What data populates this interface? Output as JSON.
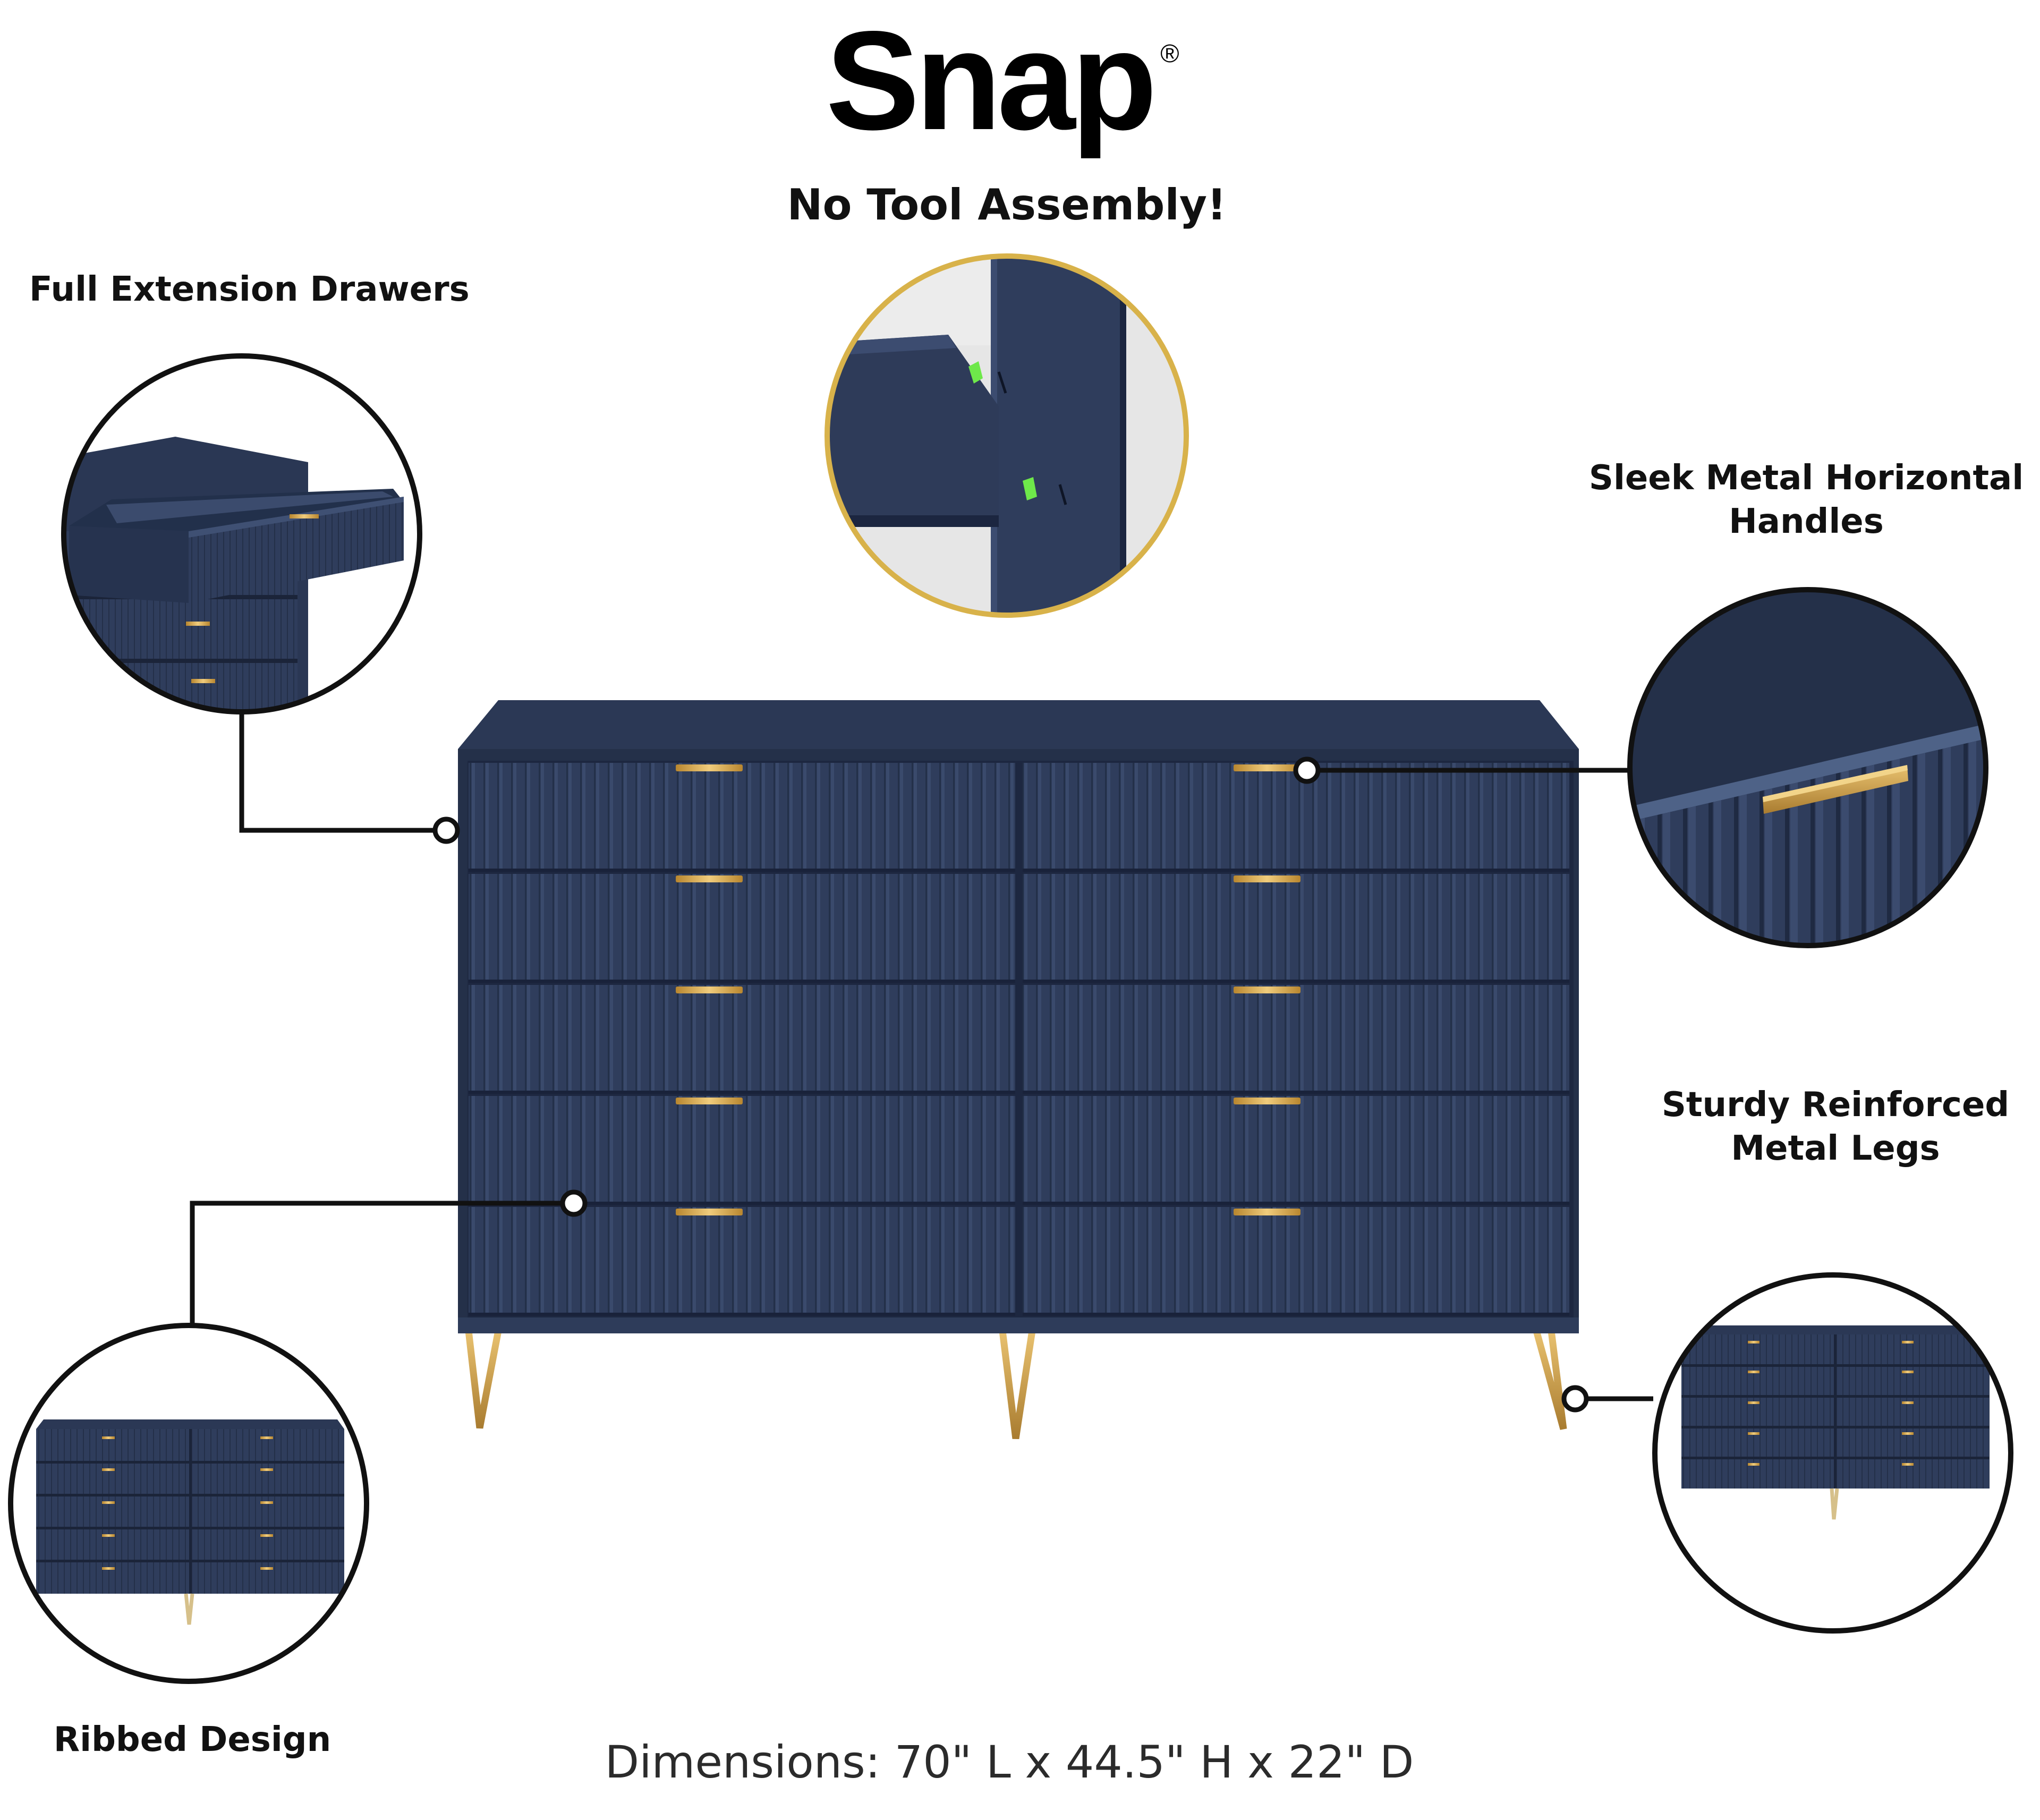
{
  "brand": {
    "name": "Snap",
    "registered_mark": "®",
    "tagline": "No Tool Assembly!"
  },
  "features": {
    "top_left": "Full Extension Drawers",
    "top_right_line1": "Sleek Metal Horizontal",
    "top_right_line2": "Handles",
    "bottom_right_line1": "Sturdy Reinforced",
    "bottom_right_line2": "Metal Legs",
    "bottom_left": "Ribbed Design"
  },
  "dimensions": "Dimensions: 70\" L x 44.5\" H x 22\" D",
  "colors": {
    "dresser": "#2e3c5a",
    "dresser_dark": "#1f2a42",
    "gold": "#c89a4a",
    "callout_ring": "#111111",
    "assembly_ring": "#d8b24a",
    "snap_tab": "#6ee84a"
  },
  "product": {
    "drawer_columns": 2,
    "drawers_per_column": 5
  }
}
